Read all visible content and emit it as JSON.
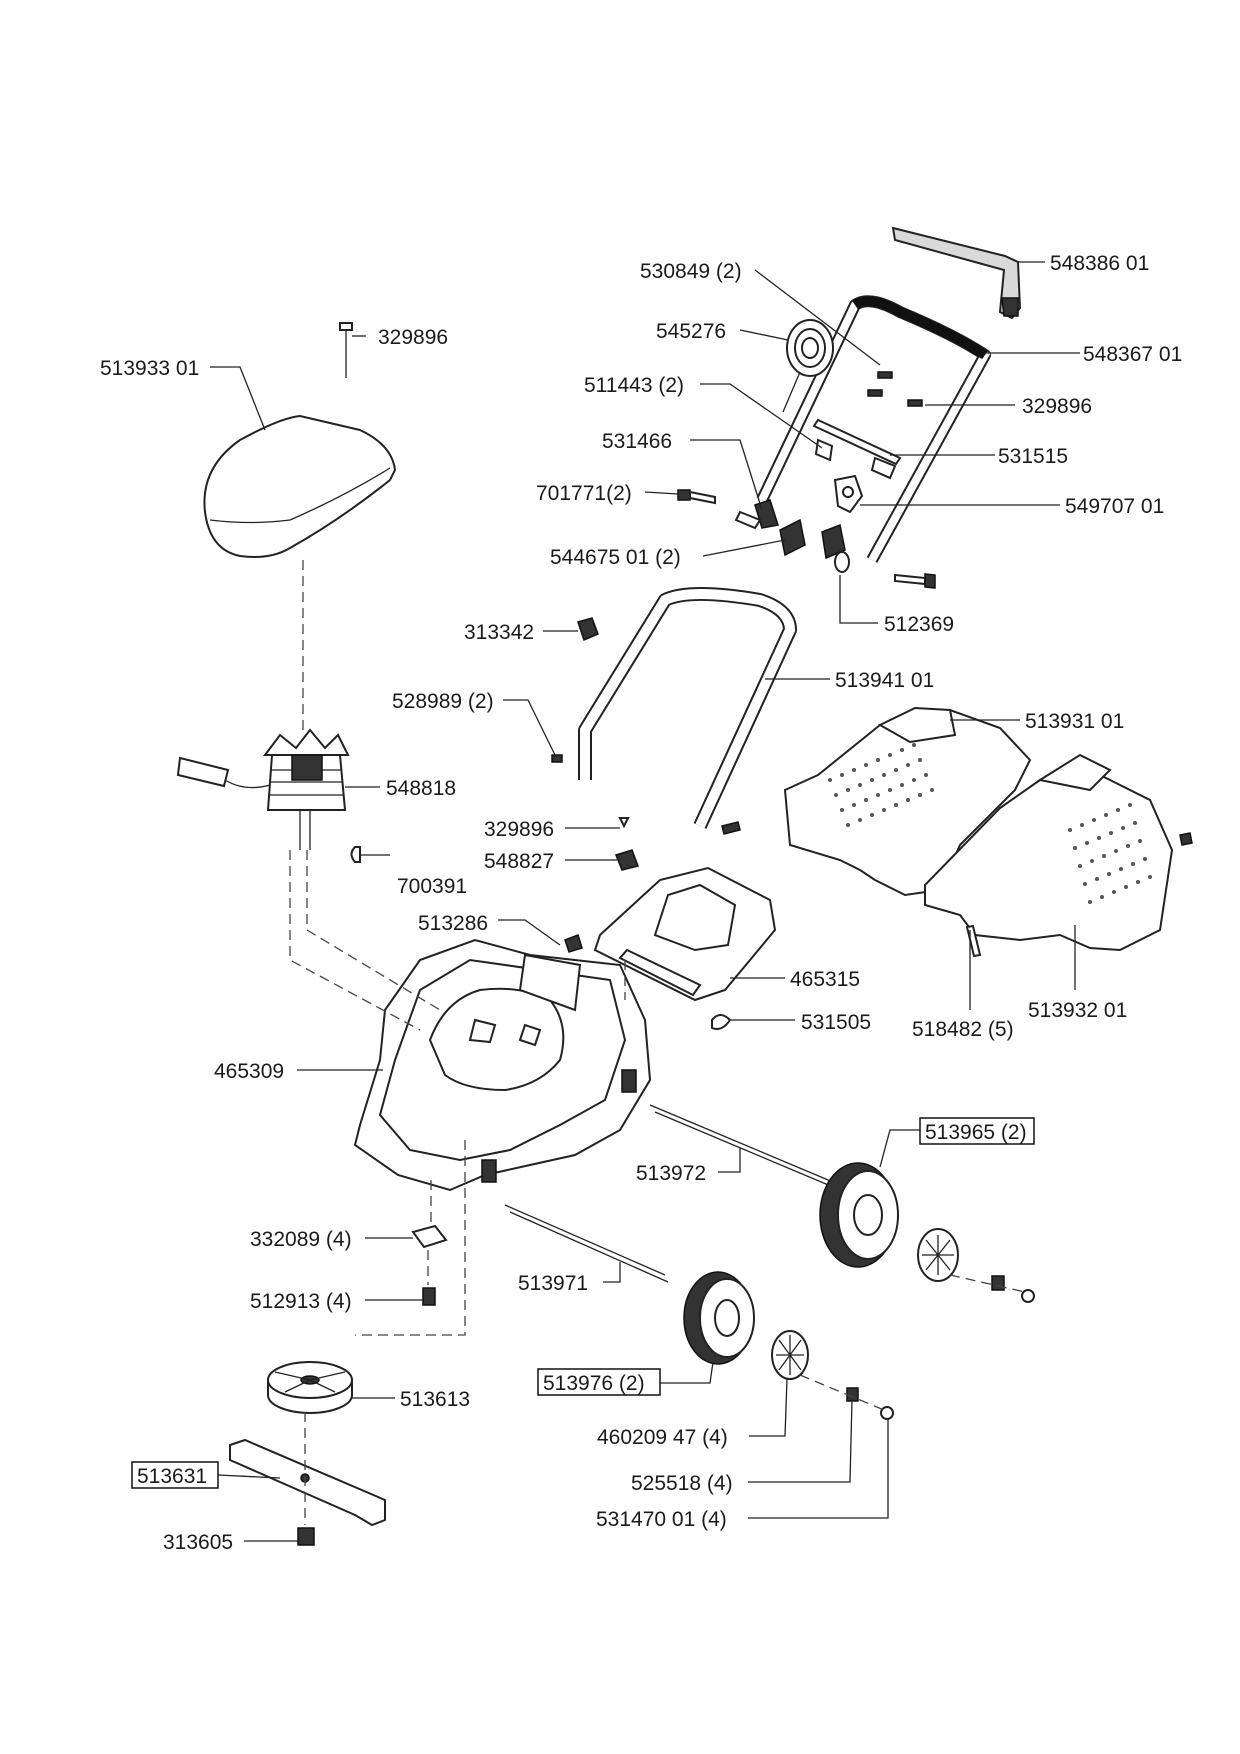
{
  "labels": {
    "p548386": "548386 01",
    "p530849": "530849 (2)",
    "p545276": "545276",
    "p548367": "548367 01",
    "p511443": "511443 (2)",
    "p329896_top": "329896",
    "p531466": "531466",
    "p531515": "531515",
    "p701771": "701771(2)",
    "p549707": "549707 01",
    "p544675": "544675 01 (2)",
    "p512369": "512369",
    "p329896_left": "329896",
    "p513933": "513933 01",
    "p313342": "313342",
    "p513941": "513941 01",
    "p528989": "528989 (2)",
    "p513931": "513931 01",
    "p548818": "548818",
    "p329896_mid": "329896",
    "p548827": "548827",
    "p700391": "700391",
    "p513286": "513286",
    "p465315": "465315",
    "p531505": "531505",
    "p518482": "518482 (5)",
    "p513932": "513932 01",
    "p465309": "465309",
    "p513965": "513965 (2)",
    "p513972": "513972",
    "p332089": "332089 (4)",
    "p513971": "513971",
    "p512913": "512913 (4)",
    "p513976": "513976 (2)",
    "p513613": "513613",
    "p460209": "460209 47 (4)",
    "p513631": "513631",
    "p525518": "525518 (4)",
    "p313605": "313605",
    "p531470": "531470 01 (4)"
  }
}
